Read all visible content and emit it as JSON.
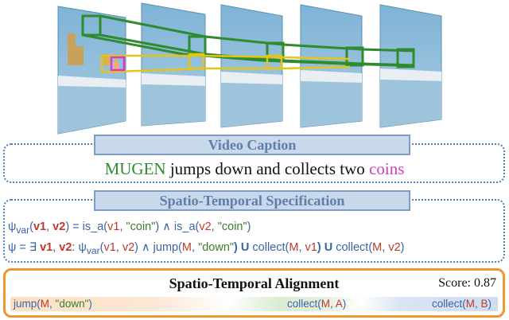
{
  "caption_section": {
    "header": "Video Caption",
    "parts": [
      "MUGEN",
      " jumps down and collects two ",
      "coins"
    ]
  },
  "spec_section": {
    "header": "Spatio-Temporal Specification",
    "line1": {
      "psi": "ψ",
      "sub": "var",
      "open": "(",
      "v1": "v1",
      "comma": ", ",
      "v2": "v2",
      "close": ") = is_a(",
      "v1b": "v1",
      "sep": ", ",
      "coin1": "\"coin\"",
      "and": ") ∧ is_a(",
      "v2b": "v2",
      "sep2": ", ",
      "coin2": "\"coin\"",
      "end": ")"
    },
    "line2": {
      "start": "ψ = ∃ ",
      "v1": "v1",
      "comma": ", ",
      "v2": "v2",
      "colon": ": ψ",
      "sub": "var",
      "open": "(",
      "v1b": "v1",
      "sep": ", ",
      "v2b": "v2",
      "jump": ") ∧ jump(",
      "m1": "M",
      "sep2": ", ",
      "down": "\"down\"",
      "u1": ") U",
      "collect1": " collect(",
      "m2": "M",
      "sep3": ", ",
      "v1c": "v1",
      "u2": ") U",
      "collect2": " collect(",
      "m3": "M",
      "sep4": ", ",
      "v2c": "v2",
      "end": ")"
    }
  },
  "alignment_section": {
    "title": "Spatio-Temporal Alignment",
    "score": "Score: 0.87",
    "segments": {
      "jump": {
        "a": "jump(",
        "m": "M",
        "sep": ", ",
        "arg": "\"down\"",
        "end": ")"
      },
      "collect_a": {
        "a": "collect(",
        "m": "M",
        "sep": ", ",
        "arg": "A",
        "end": ")"
      },
      "collect_b": {
        "a": "collect(",
        "m": "M",
        "sep": ", ",
        "arg": "B",
        "end": ")"
      }
    }
  },
  "colors": {
    "accent_blue": "#3b63a8",
    "highlight_orange": "#f0962e",
    "track_green": "#2e8b2e",
    "track_yellow": "#e6c417",
    "entity_pink": "#d63cc0"
  }
}
